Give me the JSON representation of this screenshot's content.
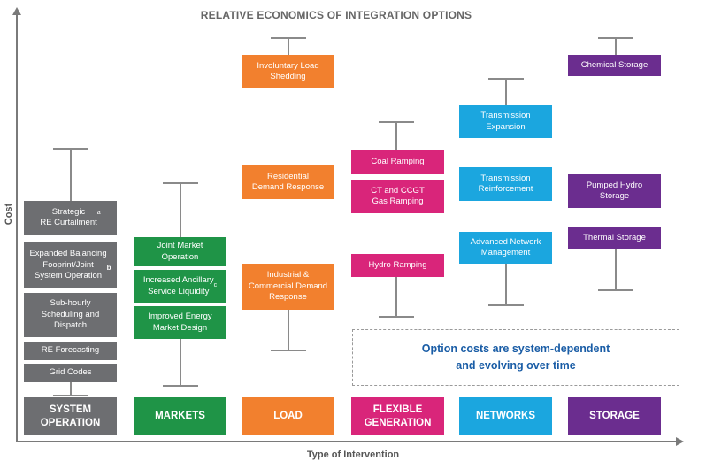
{
  "title": "RELATIVE ECONOMICS OF INTEGRATION OPTIONS",
  "y_axis_label": "Cost",
  "x_axis_label": "Type of Intervention",
  "note": "Option costs are system-dependent\nand evolving over time",
  "colors": {
    "system_operation": "#6d6e71",
    "markets": "#1f9447",
    "load": "#f2802e",
    "flexible_generation": "#d9257a",
    "networks": "#1ba6df",
    "storage": "#6b2d8f",
    "note_text": "#1a5da6"
  },
  "categories": {
    "system_operation": "SYSTEM\nOPERATION",
    "markets": "MARKETS",
    "load": "LOAD",
    "flexible_generation": "FLEXIBLE\nGENERATION",
    "networks": "NETWORKS",
    "storage": "STORAGE"
  },
  "options": {
    "system_operation": {
      "strategic_re_curtailment": "Strategic\nRE Curtailment",
      "strategic_re_curtailment_sup": "a",
      "expanded_balancing": "Expanded Balancing\nFooprint/Joint\nSystem Operation",
      "expanded_balancing_sup": "b",
      "sub_hourly": "Sub-hourly\nScheduling and\nDispatch",
      "re_forecasting": "RE Forecasting",
      "grid_codes": "Grid Codes"
    },
    "markets": {
      "joint_market": "Joint Market\nOperation",
      "ancillary": "Increased Ancillary\nService Liquidity",
      "ancillary_sup": "c",
      "energy_market": "Improved Energy\nMarket Design"
    },
    "load": {
      "involuntary": "Involuntary Load\nShedding",
      "residential": "Residential\nDemand Response",
      "industrial": "Industrial &\nCommercial Demand\nResponse"
    },
    "flexible_generation": {
      "coal": "Coal Ramping",
      "ct_ccgt": "CT and CCGT\nGas Ramping",
      "hydro": "Hydro Ramping"
    },
    "networks": {
      "transmission_expansion": "Transmission\nExpansion",
      "transmission_reinforcement": "Transmission\nReinforcement",
      "advanced_network": "Advanced Network\nManagement"
    },
    "storage": {
      "chemical": "Chemical Storage",
      "pumped_hydro": "Pumped Hydro\nStorage",
      "thermal": "Thermal Storage"
    }
  }
}
